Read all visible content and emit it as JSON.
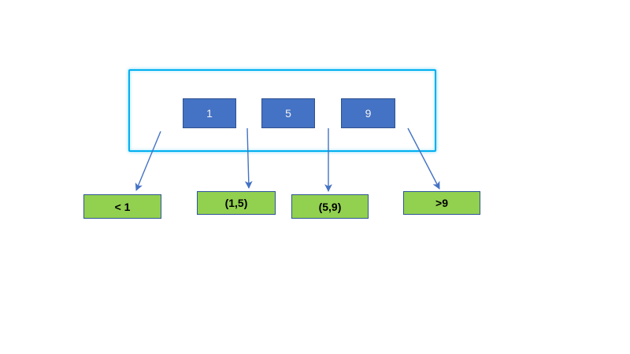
{
  "diagram": {
    "type": "btree-node-partition",
    "node": {
      "keys": [
        {
          "label": "1"
        },
        {
          "label": "5"
        },
        {
          "label": "9"
        }
      ]
    },
    "ranges": [
      {
        "label": "< 1"
      },
      {
        "label": "(1,5)"
      },
      {
        "label": "(5,9)"
      },
      {
        "label": ">9"
      }
    ],
    "arrows": [
      {
        "from": "gap-left-of-1",
        "to": "range-lt-1"
      },
      {
        "from": "gap-between-1-5",
        "to": "range-1-5"
      },
      {
        "from": "gap-between-5-9",
        "to": "range-5-9"
      },
      {
        "from": "gap-right-of-9",
        "to": "range-gt-9"
      }
    ],
    "colors": {
      "container_border": "#00B0F0",
      "key_fill": "#4472C4",
      "key_border": "#2F528F",
      "key_text": "#FFFFFF",
      "range_fill": "#92D050",
      "range_border": "#2E5496",
      "range_text": "#000000",
      "arrow": "#4472C4",
      "background": "#FFFFFF"
    }
  }
}
